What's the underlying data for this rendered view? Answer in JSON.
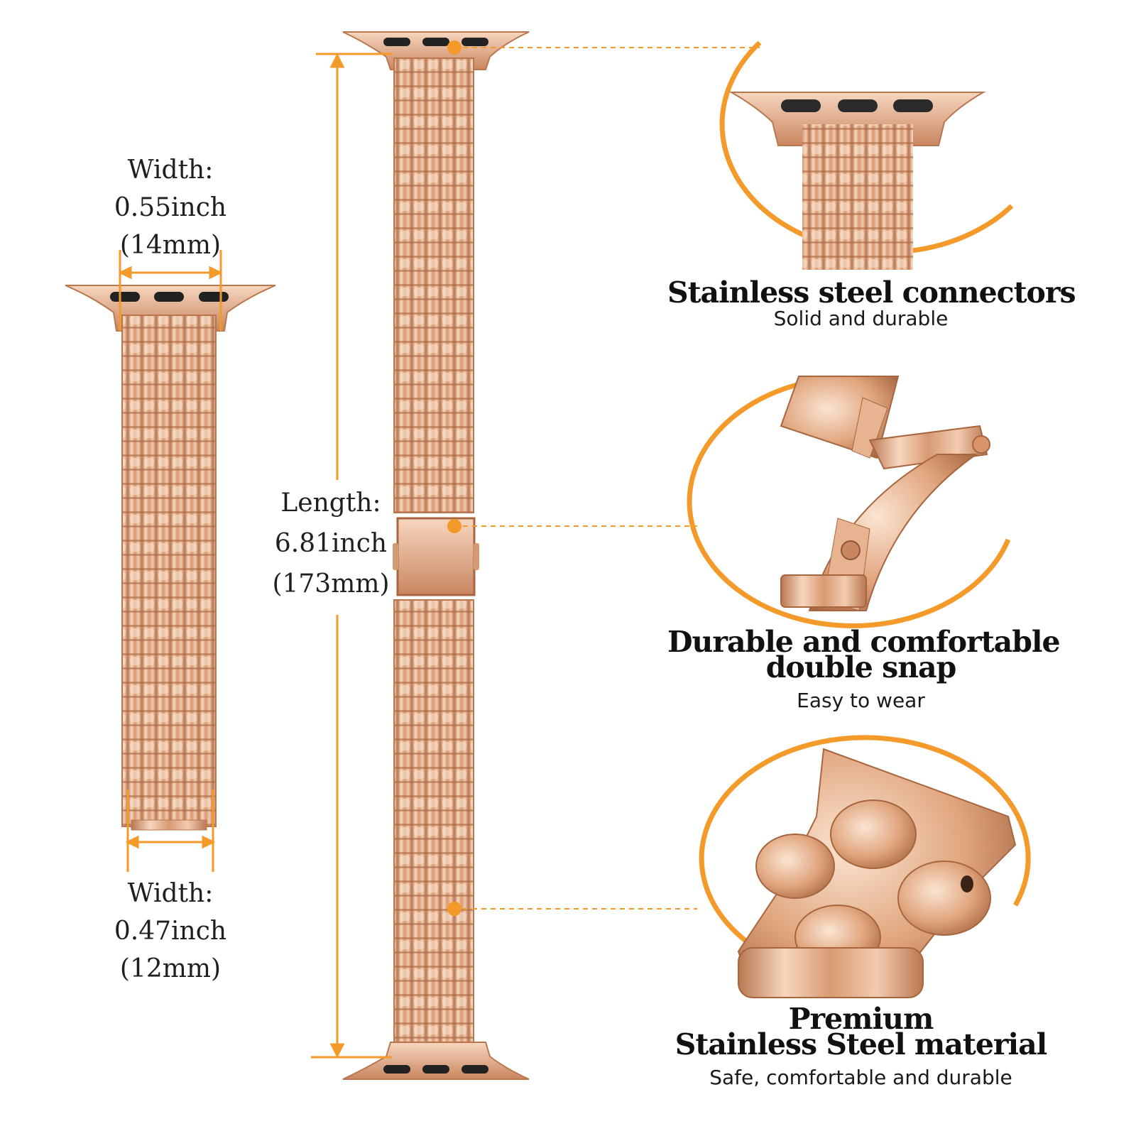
{
  "palette": {
    "accent": "#f39a2b",
    "rose_gold": "#e2ab88",
    "rose_gold_dark": "#b97750",
    "rose_gold_light": "#f7d6bf"
  },
  "dimensions": {
    "top_width": {
      "label": "Width:",
      "inch": "0.55inch",
      "mm": "(14mm)"
    },
    "length": {
      "label": "Length:",
      "inch": "6.81inch",
      "mm": "(173mm)"
    },
    "bottom_width": {
      "label": "Width:",
      "inch": "0.47inch",
      "mm": "(12mm)"
    }
  },
  "features": [
    {
      "title": "Stainless steel connectors",
      "subtitle": "Solid and durable",
      "icon": "connector-closeup"
    },
    {
      "title_line1": "Durable and comfortable",
      "title_line2": "double snap",
      "subtitle": "Easy to wear",
      "icon": "clasp-closeup"
    },
    {
      "title_line1": "Premium",
      "title_line2": "Stainless Steel material",
      "subtitle": "Safe, comfortable and durable",
      "icon": "links-closeup"
    }
  ]
}
